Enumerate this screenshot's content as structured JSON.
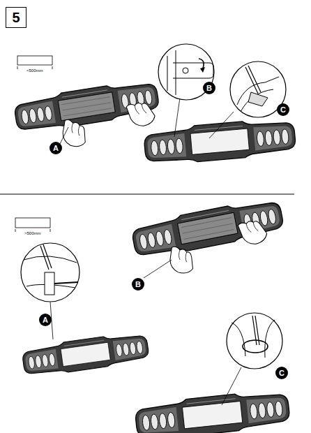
{
  "diagram": {
    "nodes": [
      {
        "text": [
          "5"
        ]
      }
    ],
    "labels": [
      "<500mm",
      "A",
      "B",
      "C",
      ">500mm",
      "A",
      "B",
      "C"
    ]
  }
}
